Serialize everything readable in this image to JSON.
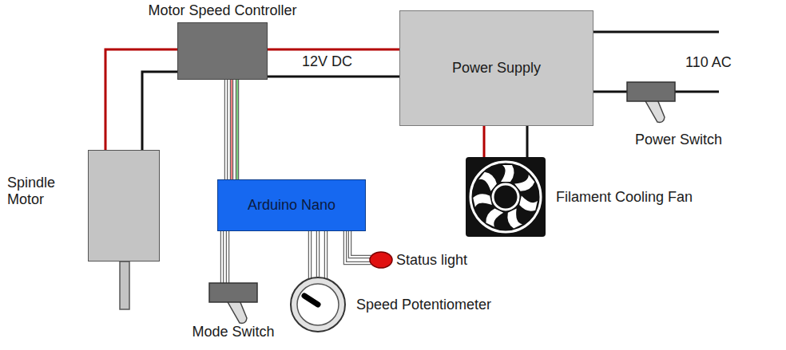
{
  "diagram": {
    "nodes": [
      {
        "text": [
          "Motor Speed Controller"
        ]
      },
      {
        "text": [
          "Power Supply"
        ]
      },
      {
        "text": [
          "Spindle Motor"
        ]
      },
      {
        "text": [
          "Arduino Nano"
        ]
      },
      {
        "text": [
          "Filament Cooling Fan"
        ]
      },
      {
        "text": [
          "Power Switch"
        ]
      },
      {
        "text": [
          "Mode Switch"
        ]
      },
      {
        "text": [
          "Speed Potentiometer"
        ]
      },
      {
        "text": [
          "Status light"
        ]
      }
    ],
    "edges": [
      {
        "from": 2,
        "to": 0,
        "arrow": "none"
      },
      {
        "from": 2,
        "to": 0,
        "arrow": "none"
      },
      {
        "from": 0,
        "to": 1,
        "arrow": "none"
      },
      {
        "from": 0,
        "to": 1,
        "arrow": "none"
      },
      {
        "from": 0,
        "to": 3,
        "arrow": "none"
      },
      {
        "from": 0,
        "to": 3,
        "arrow": "none"
      },
      {
        "from": 0,
        "to": 3,
        "arrow": "none"
      },
      {
        "from": 1,
        "to": 4,
        "arrow": "none"
      },
      {
        "from": 1,
        "to": 4,
        "arrow": "none"
      },
      {
        "from": 1,
        "to": 5,
        "arrow": "none"
      },
      {
        "from": 3,
        "to": 6,
        "arrow": "none"
      },
      {
        "from": 3,
        "to": 6,
        "arrow": "none"
      },
      {
        "from": 3,
        "to": 7,
        "arrow": "none"
      },
      {
        "from": 3,
        "to": 7,
        "arrow": "none"
      },
      {
        "from": 3,
        "to": 7,
        "arrow": "none"
      },
      {
        "from": 3,
        "to": 8,
        "arrow": "none"
      },
      {
        "from": 3,
        "to": 8,
        "arrow": "none"
      }
    ],
    "labels": [
      "12V DC",
      "110 AC"
    ]
  }
}
